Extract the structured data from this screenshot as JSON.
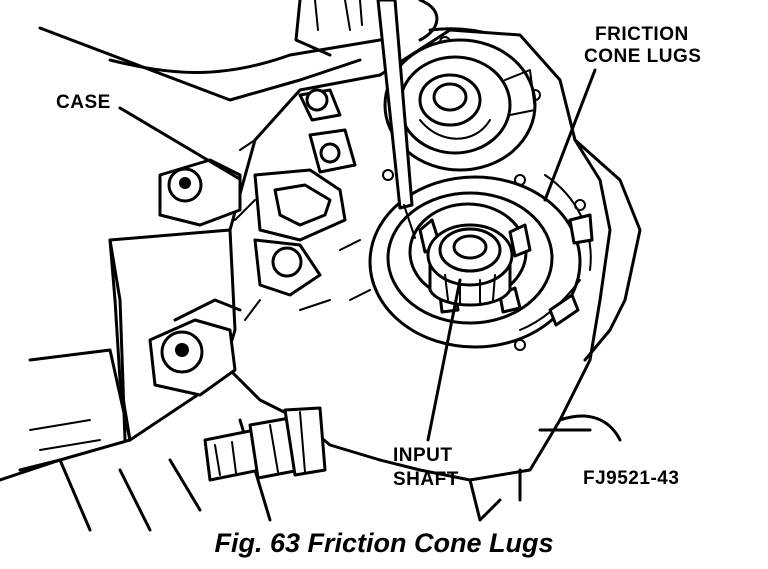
{
  "labels": {
    "friction_cone_lugs_line1": "FRICTION",
    "friction_cone_lugs_line2": "CONE LUGS",
    "case": "CASE",
    "input_shaft_line1": "INPUT",
    "input_shaft_line2": "SHAFT",
    "figure_code": "FJ9521-43"
  },
  "caption": "Fig. 63 Friction Cone Lugs"
}
